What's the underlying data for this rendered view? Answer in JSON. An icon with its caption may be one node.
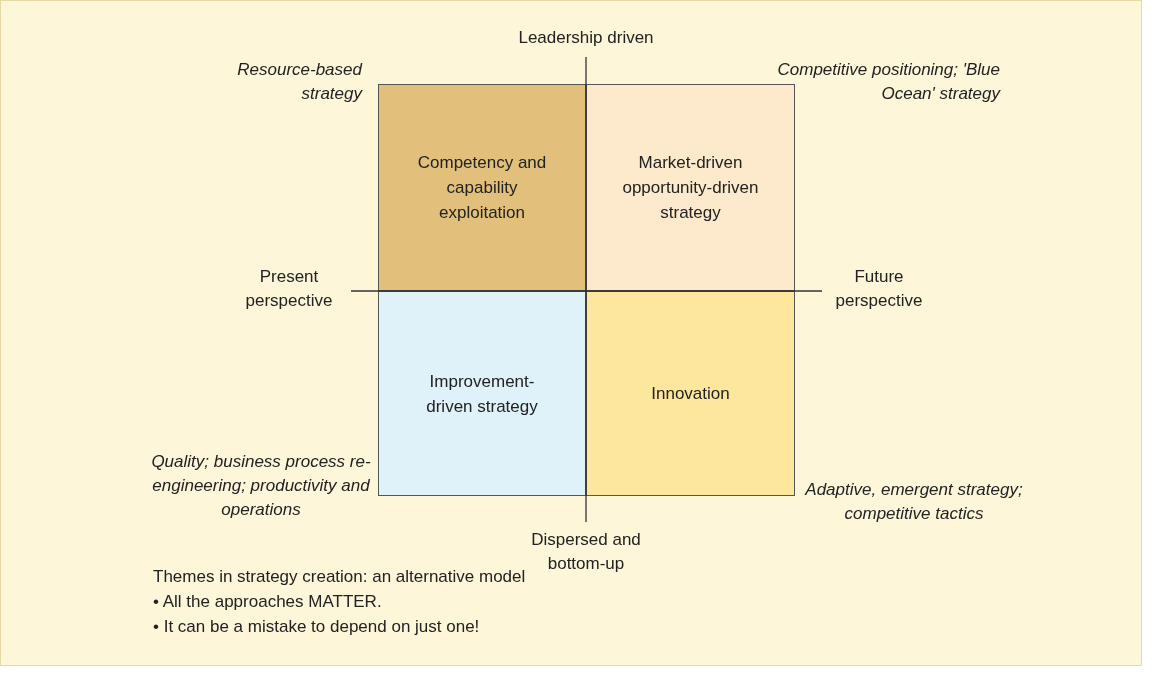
{
  "diagram": {
    "caption": "Themes in strategy creation: an alternative model",
    "nodes": [
      {
        "text": [
          "Competency and capability exploitation"
        ]
      },
      {
        "text": [
          "Market-driven opportunity-driven strategy"
        ]
      },
      {
        "text": [
          "Improvement-driven strategy"
        ]
      },
      {
        "text": [
          "Innovation"
        ]
      }
    ],
    "labels": [
      "Leadership driven",
      "Resource-based strategy",
      "Competitive positioning; 'Blue Ocean' strategy",
      "Present perspective",
      "Future perspective",
      "Quality; business process re-engineering; productivity and operations",
      "Adaptive, emergent strategy; competitive tactics",
      "Dispersed and bottom-up",
      "• All the approaches MATTER.",
      "• It can be a mistake to depend on just one!"
    ]
  }
}
